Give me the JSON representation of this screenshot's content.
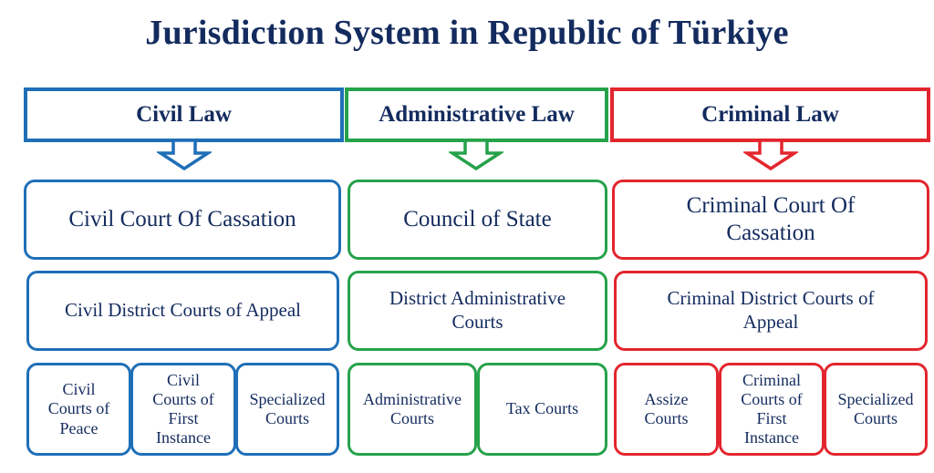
{
  "title": "Jurisdiction System in Republic of Türkiye",
  "colors": {
    "title": "#132b5e",
    "civil": "#1f6fb8",
    "administrative": "#26a24a",
    "criminal": "#e3262e"
  },
  "columns": [
    {
      "header": "Civil Law",
      "supreme": "Civil Court Of Cassation",
      "appeal": "Civil District Courts of Appeal",
      "first_instance": [
        "Civil Courts of Peace",
        "Civil Courts of First Instance",
        "Specialized Courts"
      ]
    },
    {
      "header": "Administrative Law",
      "supreme": "Council of State",
      "appeal": "District Administrative Courts",
      "first_instance": [
        "Administrative Courts",
        "Tax Courts"
      ]
    },
    {
      "header": "Criminal Law",
      "supreme": "Criminal Court Of Cassation",
      "appeal": "Criminal District Courts of Appeal",
      "first_instance": [
        "Assize Courts",
        "Criminal Courts of First Instance",
        "Specialized Courts"
      ]
    }
  ]
}
